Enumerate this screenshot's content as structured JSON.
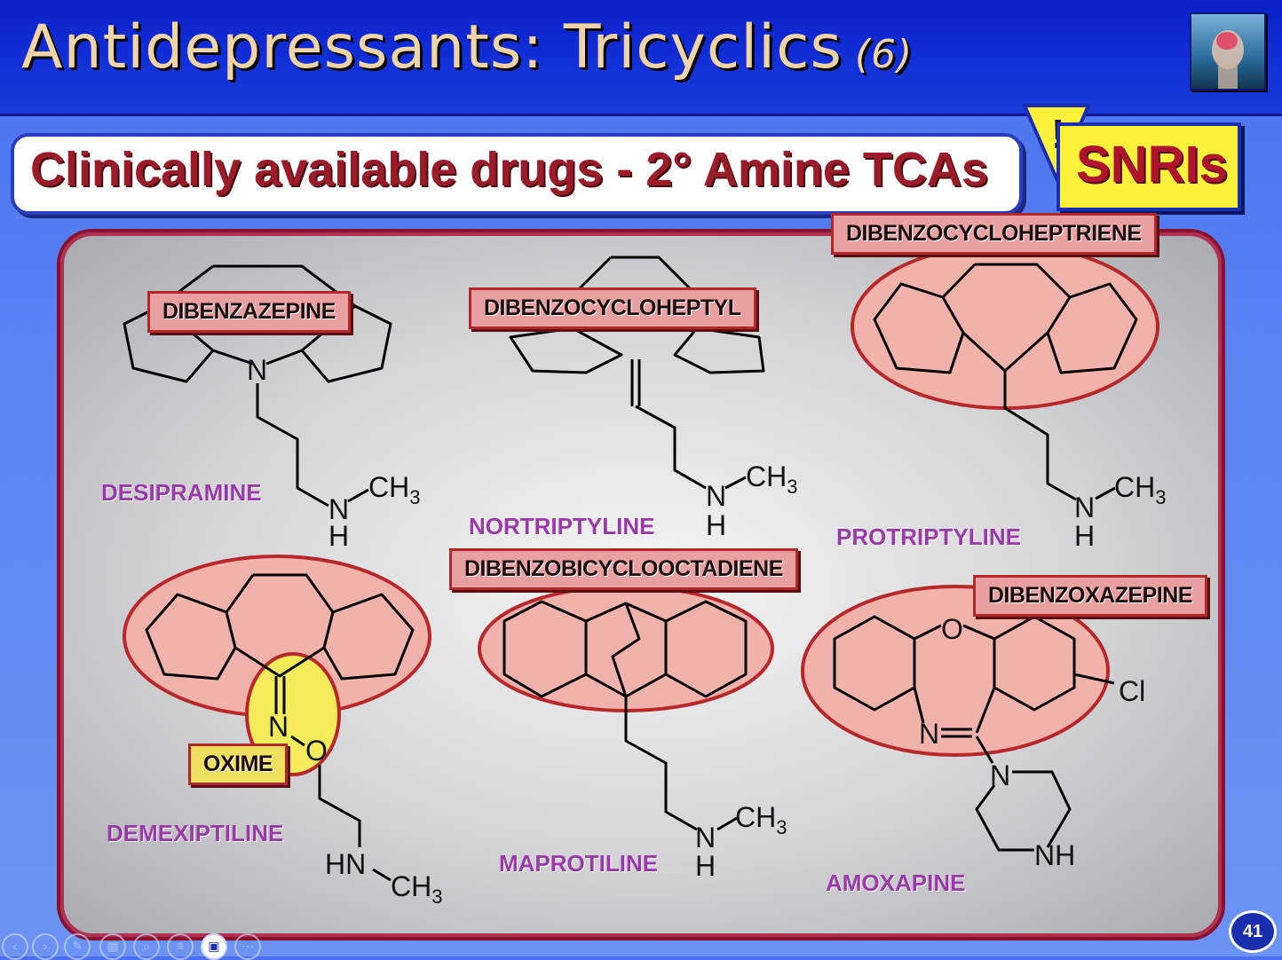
{
  "slide": {
    "title": "Antidepressants: Tricyclics",
    "title_number": "(6)",
    "subtitle": "Clinically available drugs - 2° Amine TCAs",
    "badge": "SNRIs",
    "warning_glyph": "!",
    "page_number": "41"
  },
  "tags": {
    "dibenzazepine": "DIBENZAZEPINE",
    "dibenzocycloheptyl": "DIBENZOCYCLOHEPTYL",
    "dibenzocycloheptriene": "DIBENZOCYCLOHEPTRIENE",
    "dibenzobicyclooctadiene": "DIBENZOBICYCLOOCTADIENE",
    "dibenzoxazepine": "DIBENZOXAZEPINE",
    "oxime": "OXIME"
  },
  "drugs": {
    "desipramine": "DESIPRAMINE",
    "nortriptyline": "NORTRIPTYLINE",
    "protriptyline": "PROTRIPTYLINE",
    "demexiptiline": "DEMEXIPTILINE",
    "maprotiline": "MAPROTILINE",
    "amoxapine": "AMOXAPINE"
  },
  "atoms": {
    "n": "N",
    "h": "H",
    "o": "O",
    "hn": "HN",
    "nh": "NH",
    "cl": "Cl",
    "ch": "CH",
    "sub3": "3"
  },
  "colors": {
    "highlight_fill": "#f2b2ac",
    "highlight_stroke": "#b8282a",
    "oxime_fill": "#f4ec5a",
    "drug_label": "#9a3aa8"
  },
  "toolbar_icons": [
    "prev-icon",
    "next-icon",
    "pen-icon",
    "slides-icon",
    "zoom-icon",
    "menu-icon",
    "camera-icon",
    "more-icon"
  ]
}
